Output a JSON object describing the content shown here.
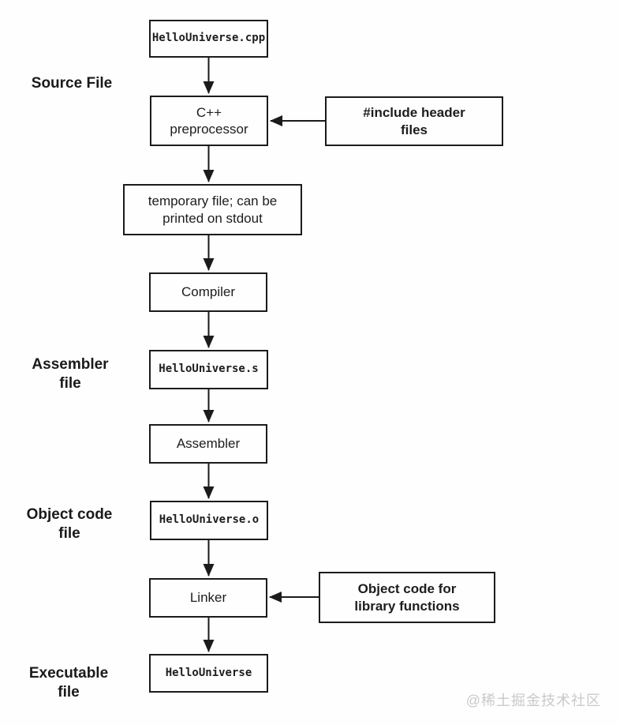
{
  "diagram": {
    "title_hint": "C++ build pipeline flowchart",
    "colors": {
      "background": "#fefefe",
      "line": "#1b1b1b",
      "text": "#1d1d1d",
      "watermark": "#c9c9c9"
    },
    "boxes": {
      "source_file": "HelloUniverse.cpp",
      "preprocessor": "C++\npreprocessor",
      "include_note": "#include header\nfiles",
      "temp_file": "temporary file; can be\nprinted on stdout",
      "compiler": "Compiler",
      "assembly_file": "HelloUniverse.s",
      "assembler": "Assembler",
      "object_file": "HelloUniverse.o",
      "linker": "Linker",
      "library_note": "Object code for\nlibrary functions",
      "executable": "HelloUniverse"
    },
    "side_labels": {
      "source": "Source File",
      "assembler_file": "Assembler\nfile",
      "object_code_file": "Object code\nfile",
      "executable_file": "Executable\nfile"
    },
    "arrows": [
      "source-to-preprocessor",
      "preprocessor-to-tempfile",
      "tempfile-to-compiler",
      "compiler-to-assemblyfile",
      "assemblyfile-to-assembler",
      "assembler-to-objectfile",
      "objectfile-to-linker",
      "linker-to-executable",
      "include-to-preprocessor",
      "library-to-linker"
    ],
    "watermark": "@稀土掘金技术社区"
  }
}
